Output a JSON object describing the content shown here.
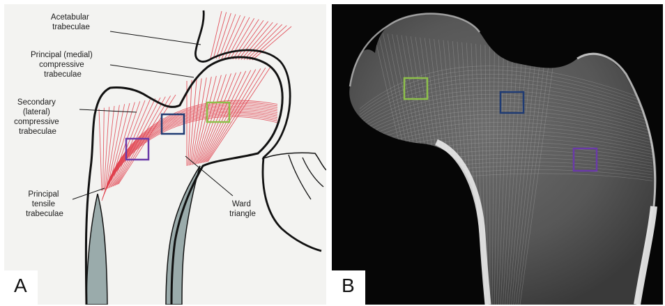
{
  "panel_a": {
    "letter": "A",
    "labels": [
      {
        "key": "acetabular",
        "lines": [
          "Acetabular",
          "trabeculae"
        ]
      },
      {
        "key": "principal_medial",
        "lines": [
          "Principal (medial)",
          "compressive",
          "trabeculae"
        ]
      },
      {
        "key": "secondary_lateral",
        "lines": [
          "Secondary",
          "(lateral)",
          "compressive",
          "trabeculae"
        ]
      },
      {
        "key": "principal_tensile",
        "lines": [
          "Principal",
          "tensile",
          "trabeculae"
        ]
      },
      {
        "key": "ward",
        "lines": [
          "Ward",
          "triangle"
        ]
      }
    ]
  },
  "panel_b": {
    "letter": "B"
  },
  "markers": {
    "green": "#8dc04a",
    "navy": "#1f3b73",
    "purple": "#6a3aa8"
  },
  "colors": {
    "trabeculae": "#e0404c",
    "cortex": "#9aabab",
    "outline": "#111111",
    "background_a": "#f3f3f1",
    "background_b": "#060606"
  }
}
